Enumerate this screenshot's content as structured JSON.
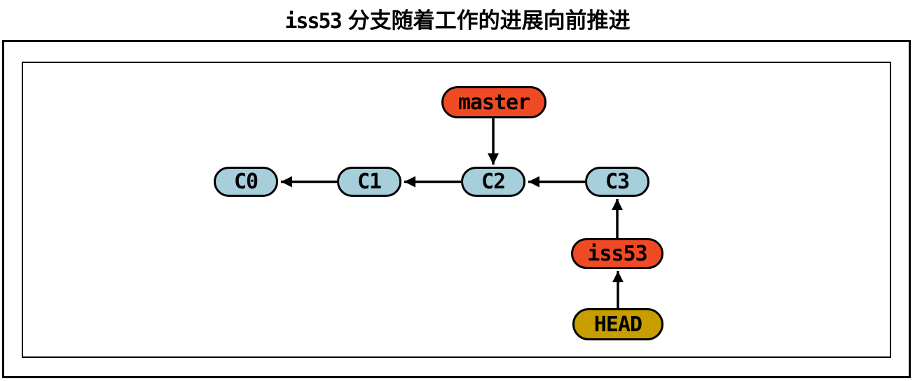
{
  "title": {
    "code": "iss53",
    "text": "分支随着工作的进展向前推进"
  },
  "colors": {
    "commit": "#a6cfdb",
    "branch": "#f04a25",
    "head": "#c79d00",
    "stroke": "#000000"
  },
  "nodes": {
    "c0": {
      "label": "C0",
      "type": "commit"
    },
    "c1": {
      "label": "C1",
      "type": "commit"
    },
    "c2": {
      "label": "C2",
      "type": "commit"
    },
    "c3": {
      "label": "C3",
      "type": "commit"
    },
    "master": {
      "label": "master",
      "type": "branch"
    },
    "iss53": {
      "label": "iss53",
      "type": "branch"
    },
    "head": {
      "label": "HEAD",
      "type": "head"
    }
  },
  "edges": [
    {
      "from": "c1",
      "to": "c0",
      "direction": "left"
    },
    {
      "from": "c2",
      "to": "c1",
      "direction": "left"
    },
    {
      "from": "c3",
      "to": "c2",
      "direction": "left"
    },
    {
      "from": "master",
      "to": "c2",
      "direction": "down"
    },
    {
      "from": "iss53",
      "to": "c3",
      "direction": "up"
    },
    {
      "from": "head",
      "to": "iss53",
      "direction": "up"
    }
  ]
}
